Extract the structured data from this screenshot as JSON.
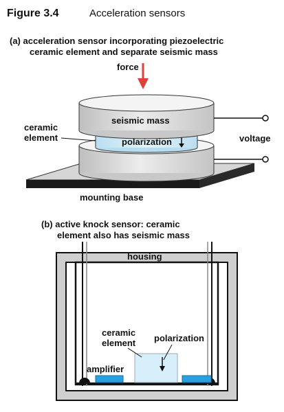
{
  "figure": {
    "number": "Figure 3.4",
    "title": "Acceleration sensors"
  },
  "part_a": {
    "caption_line1": "(a) acceleration sensor incorporating piezoelectric",
    "caption_line2": "ceramic element and separate seismic mass",
    "force_label": "force",
    "seismic_mass_label": "seismic mass",
    "ceramic_label_line1": "ceramic",
    "ceramic_label_line2": "element",
    "polarization_label": "polarization",
    "voltage_label": "voltage",
    "mounting_base_label": "mounting base"
  },
  "part_b": {
    "caption_line1": "(b) active knock sensor: ceramic",
    "caption_line2": "element also has seismic mass",
    "housing_label": "housing",
    "ceramic_label_line1": "ceramic",
    "ceramic_label_line2": "element",
    "polarization_label": "polarization",
    "amplifier_label": "amplifier"
  },
  "colors": {
    "force_arrow": "#e0403a",
    "ceramic_fill": "#cfeaf7",
    "amplifier_fill": "#2aa0e0",
    "disc_top": "#f2f2f2",
    "disc_side": "#d4d4d4",
    "base_top": "#d8d8d8",
    "base_side": "#1a1a1a"
  }
}
